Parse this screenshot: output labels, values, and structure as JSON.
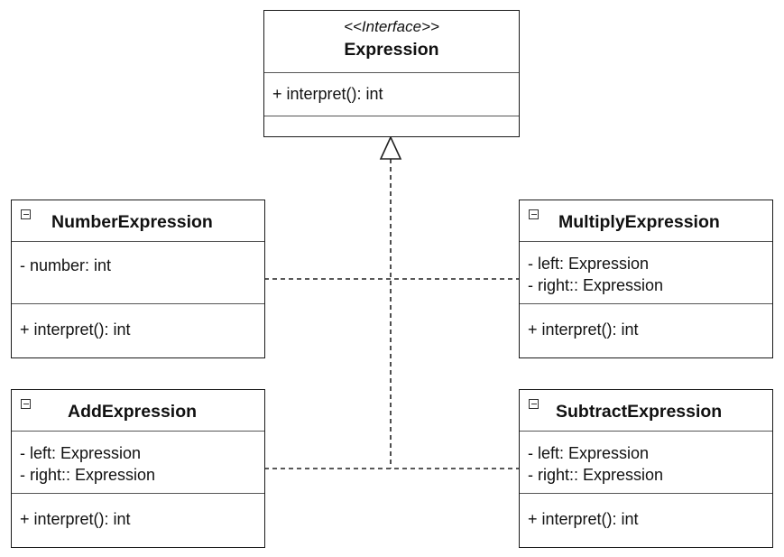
{
  "interface": {
    "stereotype": "<<Interface>>",
    "name": "Expression",
    "methods": [
      "+ interpret(): int"
    ]
  },
  "classes": {
    "number": {
      "name": "NumberExpression",
      "attributes": [
        "- number: int"
      ],
      "methods": [
        "+ interpret(): int"
      ]
    },
    "multiply": {
      "name": "MultiplyExpression",
      "attributes": [
        "- left: Expression",
        "- right:: Expression"
      ],
      "methods": [
        "+ interpret(): int"
      ]
    },
    "add": {
      "name": "AddExpression",
      "attributes": [
        "- left: Expression",
        "- right:: Expression"
      ],
      "methods": [
        "+ interpret(): int"
      ]
    },
    "subtract": {
      "name": "SubtractExpression",
      "attributes": [
        "- left: Expression",
        "- right:: Expression"
      ],
      "methods": [
        "+ interpret(): int"
      ]
    }
  },
  "relations": [
    {
      "type": "realization",
      "from": "NumberExpression",
      "to": "Expression"
    },
    {
      "type": "realization",
      "from": "MultiplyExpression",
      "to": "Expression"
    },
    {
      "type": "realization",
      "from": "AddExpression",
      "to": "Expression"
    },
    {
      "type": "realization",
      "from": "SubtractExpression",
      "to": "Expression"
    }
  ]
}
